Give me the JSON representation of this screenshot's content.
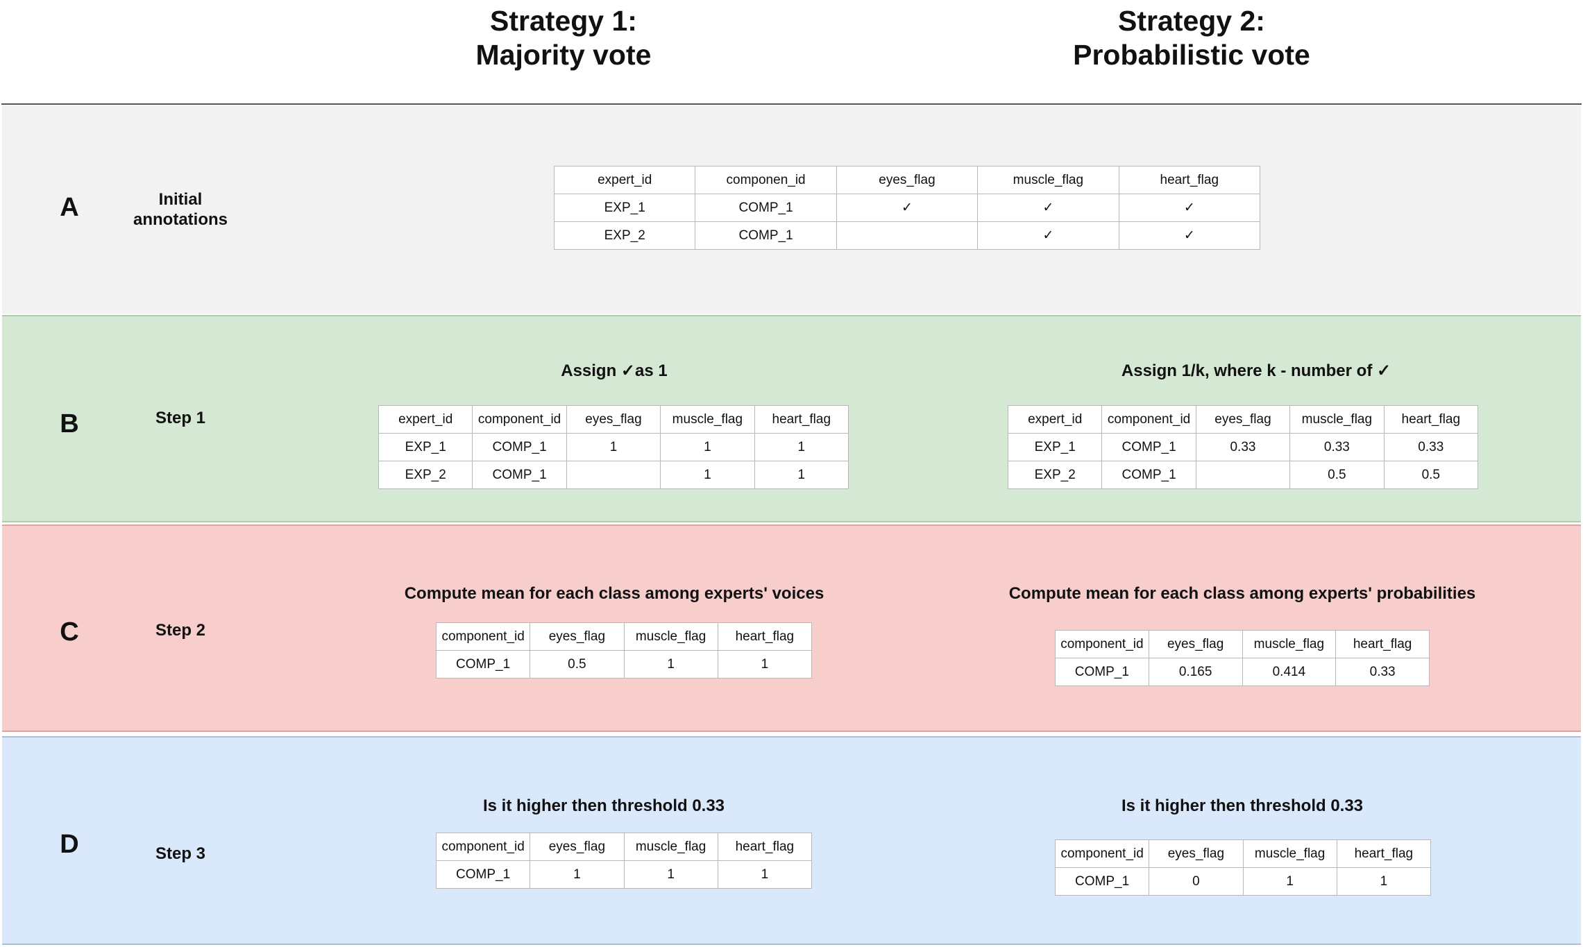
{
  "strategies": {
    "s1": {
      "line1": "Strategy 1:",
      "line2": "Majority vote"
    },
    "s2": {
      "line1": "Strategy 2:",
      "line2": "Probabilistic vote"
    }
  },
  "rows": {
    "a": {
      "letter": "A",
      "label1": "Initial",
      "label2": "annotations"
    },
    "b": {
      "letter": "B",
      "label": "Step 1"
    },
    "c": {
      "letter": "C",
      "label": "Step 2"
    },
    "d": {
      "letter": "D",
      "label": "Step 3"
    }
  },
  "captions": {
    "b_s1": "Assign  ✓as 1",
    "b_s2": "Assign 1/k, where k - number of ✓",
    "c_s1": "Compute mean for each class among experts' voices",
    "c_s2": "Compute mean for each class among experts' probabilities",
    "d_s1": "Is it higher then threshold 0.33",
    "d_s2": "Is it higher then threshold 0.33"
  },
  "tables": {
    "a": {
      "headers": [
        "expert_id",
        "componen_id",
        "eyes_flag",
        "muscle_flag",
        "heart_flag"
      ],
      "rows": [
        [
          "EXP_1",
          "COMP_1",
          "✓",
          "✓",
          "✓"
        ],
        [
          "EXP_2",
          "COMP_1",
          "",
          "✓",
          "✓"
        ]
      ]
    },
    "b_s1": {
      "headers": [
        "expert_id",
        "component_id",
        "eyes_flag",
        "muscle_flag",
        "heart_flag"
      ],
      "rows": [
        [
          "EXP_1",
          "COMP_1",
          "1",
          "1",
          "1"
        ],
        [
          "EXP_2",
          "COMP_1",
          "",
          "1",
          "1"
        ]
      ]
    },
    "b_s2": {
      "headers": [
        "expert_id",
        "component_id",
        "eyes_flag",
        "muscle_flag",
        "heart_flag"
      ],
      "rows": [
        [
          "EXP_1",
          "COMP_1",
          "0.33",
          "0.33",
          "0.33"
        ],
        [
          "EXP_2",
          "COMP_1",
          "",
          "0.5",
          "0.5"
        ]
      ]
    },
    "c_s1": {
      "headers": [
        "component_id",
        "eyes_flag",
        "muscle_flag",
        "heart_flag"
      ],
      "rows": [
        [
          "COMP_1",
          "0.5",
          "1",
          "1"
        ]
      ]
    },
    "c_s2": {
      "headers": [
        "component_id",
        "eyes_flag",
        "muscle_flag",
        "heart_flag"
      ],
      "rows": [
        [
          "COMP_1",
          "0.165",
          "0.414",
          "0.33"
        ]
      ]
    },
    "d_s1": {
      "headers": [
        "component_id",
        "eyes_flag",
        "muscle_flag",
        "heart_flag"
      ],
      "rows": [
        [
          "COMP_1",
          "1",
          "1",
          "1"
        ]
      ]
    },
    "d_s2": {
      "headers": [
        "component_id",
        "eyes_flag",
        "muscle_flag",
        "heart_flag"
      ],
      "rows": [
        [
          "COMP_1",
          "0",
          "1",
          "1"
        ]
      ]
    }
  }
}
